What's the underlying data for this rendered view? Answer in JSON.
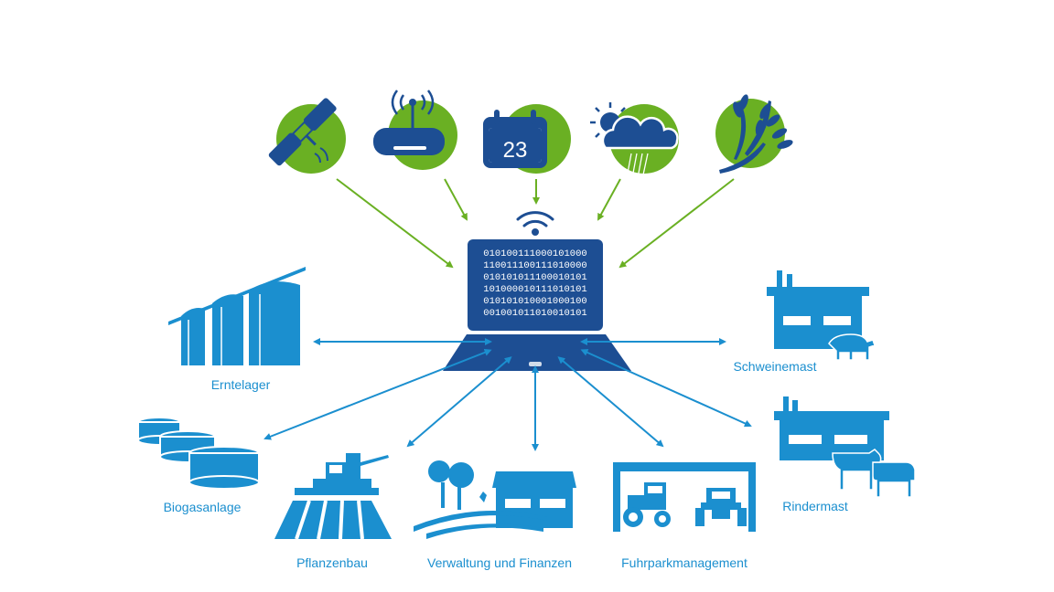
{
  "colors": {
    "accent_green": "#6ab023",
    "arrow_green": "#6ab023",
    "dark_blue": "#1d4e93",
    "mid_blue": "#1070b8",
    "light_blue": "#1b8fcf",
    "label_blue": "#1b8fcf",
    "white": "#ffffff"
  },
  "data_sources": [
    {
      "id": "satellite",
      "icon": "satellite-icon"
    },
    {
      "id": "router",
      "icon": "router-icon"
    },
    {
      "id": "calendar",
      "icon": "calendar-icon",
      "date_text": "23"
    },
    {
      "id": "weather",
      "icon": "weather-icon"
    },
    {
      "id": "crop",
      "icon": "wheat-icon"
    }
  ],
  "computer": {
    "icon": "laptop-icon",
    "wifi_icon": "wifi-icon",
    "binary_lines": [
      "010100111000101000",
      "110011100111010000",
      "010101011100010101",
      "101000010111010101",
      "010101010001000100",
      "001001011010010101"
    ]
  },
  "modules": {
    "erntelager": "Erntelager",
    "schweinemast": "Schweinemast",
    "biogasanlage": "Biogasanlage",
    "rindermast": "Rindermast",
    "pflanzenbau": "Pflanzenbau",
    "verwaltung": "Verwaltung und Finanzen",
    "fuhrpark": "Fuhrparkmanagement"
  }
}
